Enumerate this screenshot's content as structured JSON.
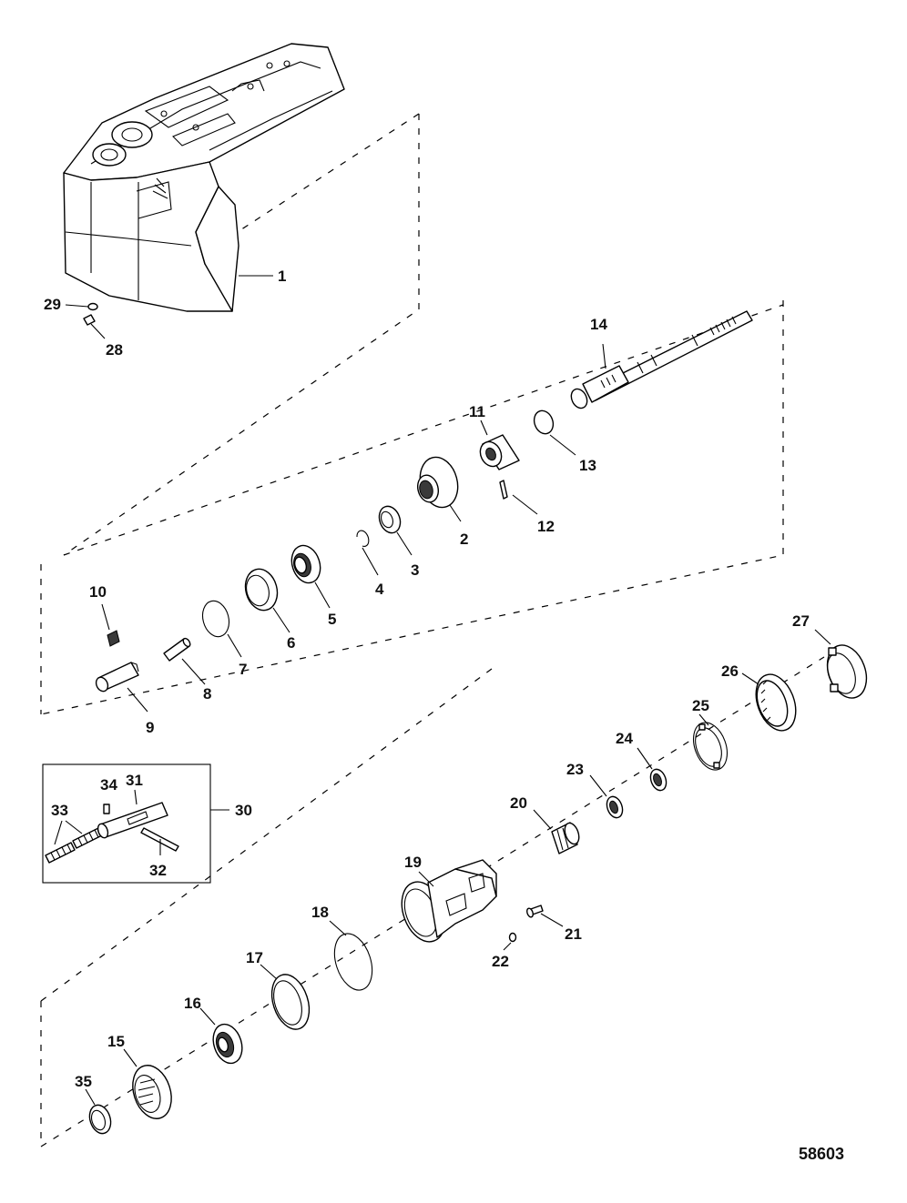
{
  "figure_id": "58603",
  "callouts": {
    "c1": "1",
    "c2": "2",
    "c3": "3",
    "c4": "4",
    "c5": "5",
    "c6": "6",
    "c7": "7",
    "c8": "8",
    "c9": "9",
    "c10": "10",
    "c11": "11",
    "c12": "12",
    "c13": "13",
    "c14": "14",
    "c15": "15",
    "c16": "16",
    "c17": "17",
    "c18": "18",
    "c19": "19",
    "c20": "20",
    "c21": "21",
    "c22": "22",
    "c23": "23",
    "c24": "24",
    "c25": "25",
    "c26": "26",
    "c27": "27",
    "c28": "28",
    "c29": "29",
    "c30": "30",
    "c31": "31",
    "c32": "32",
    "c33": "33",
    "c34": "34",
    "c35": "35"
  }
}
